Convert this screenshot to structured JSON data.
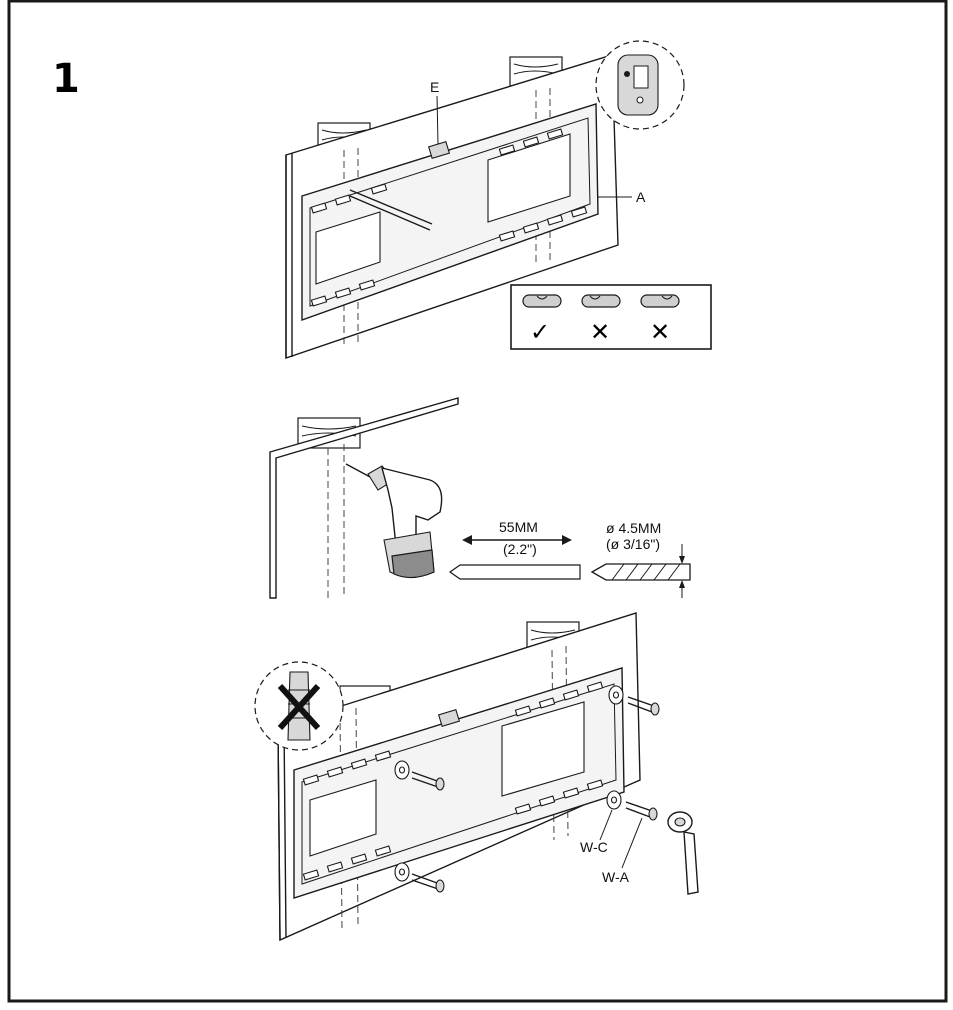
{
  "step": {
    "number": "1"
  },
  "panel1": {
    "labels": {
      "e": "E",
      "a": "A"
    },
    "level_check": {
      "correct_mark": "✓",
      "wrong_mark_1": "✕",
      "wrong_mark_2": "✕"
    }
  },
  "panel2": {
    "depth": {
      "mm": "55MM",
      "inch": "(2.2\")"
    },
    "bit": {
      "mm": "ø 4.5MM",
      "inch": "(ø 3/16\")"
    }
  },
  "panel3": {
    "labels": {
      "wc": "W-C",
      "wa": "W-A"
    }
  }
}
